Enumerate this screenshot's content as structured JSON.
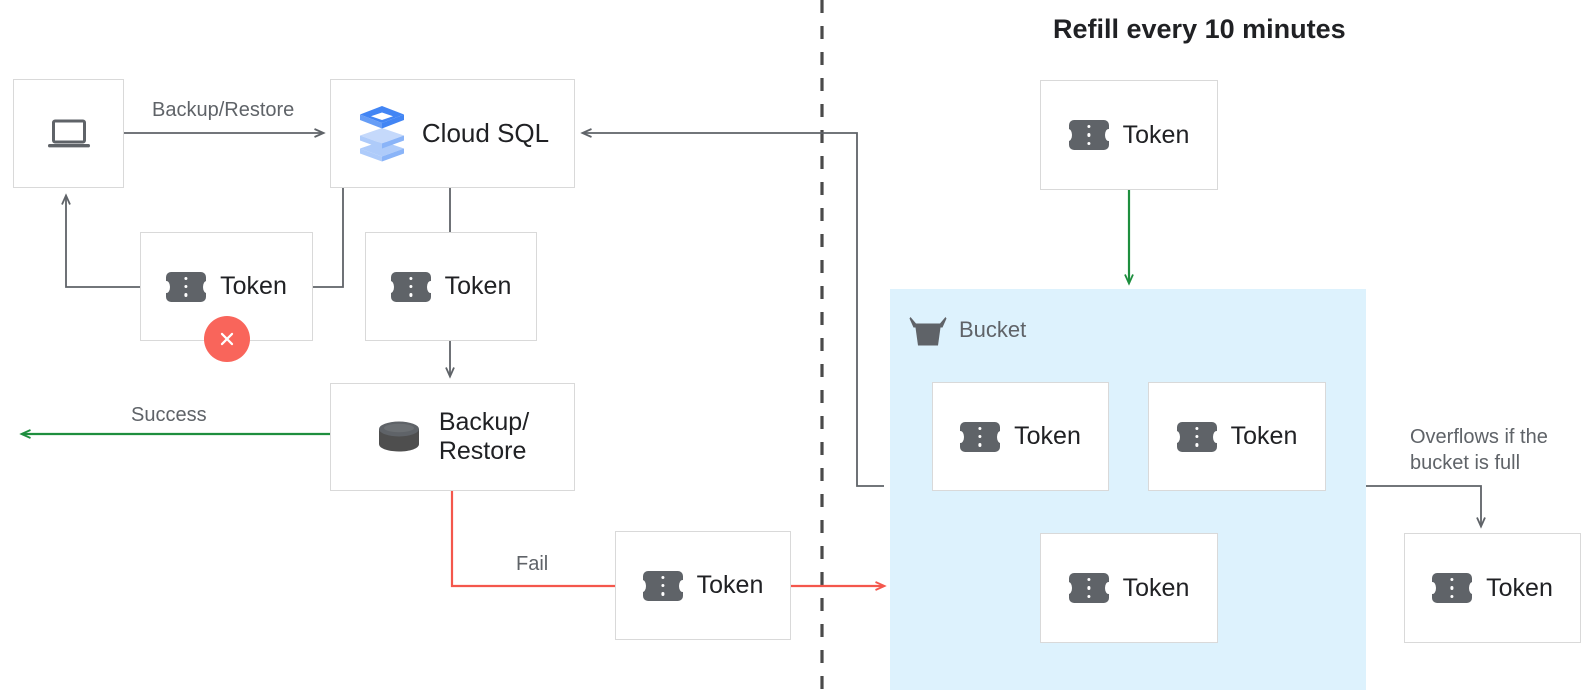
{
  "title": "Refill every 10 minutes",
  "colors": {
    "box_border": "#d9d9d9",
    "text_dark": "#202124",
    "text_gray": "#5f6368",
    "arrow_gray": "#5f6368",
    "arrow_green": "#1e8e3e",
    "arrow_red": "#f4574c",
    "error_red": "#f9655b",
    "bucket_fill": "#ddf2fd",
    "icon_gray": "#5f6368",
    "sql_blue_dark": "#4285f4",
    "sql_blue_mid": "#8ab4f8",
    "sql_blue_light": "#aecbfa"
  },
  "nodes": {
    "client": {
      "label": "",
      "icon": "laptop-icon"
    },
    "cloud_sql": {
      "label": "Cloud SQL",
      "icon": "cloud-sql-icon"
    },
    "token_failed": {
      "label": "Token",
      "icon": "token-icon",
      "badge": "error-x-badge"
    },
    "token_consumed": {
      "label": "Token",
      "icon": "token-icon"
    },
    "backup_restore": {
      "label": "Backup/\nRestore",
      "icon": "database-icon"
    },
    "token_fail_return": {
      "label": "Token",
      "icon": "token-icon"
    },
    "token_refill": {
      "label": "Token",
      "icon": "token-icon"
    },
    "bucket_token_1": {
      "label": "Token",
      "icon": "token-icon"
    },
    "bucket_token_2": {
      "label": "Token",
      "icon": "token-icon"
    },
    "bucket_token_3": {
      "label": "Token",
      "icon": "token-icon"
    },
    "token_overflow": {
      "label": "Token",
      "icon": "token-icon"
    }
  },
  "bucket": {
    "label": "Bucket",
    "icon": "bucket-icon"
  },
  "edges": [
    {
      "id": "backup-restore-label",
      "label": "Backup/Restore",
      "color": "#5f6368"
    },
    {
      "id": "success-label",
      "label": "Success",
      "color": "#5f6368"
    },
    {
      "id": "fail-label",
      "label": "Fail",
      "color": "#5f6368"
    },
    {
      "id": "overflow-label",
      "label": "Overflows if the\nbucket is full",
      "color": "#5f6368"
    }
  ]
}
